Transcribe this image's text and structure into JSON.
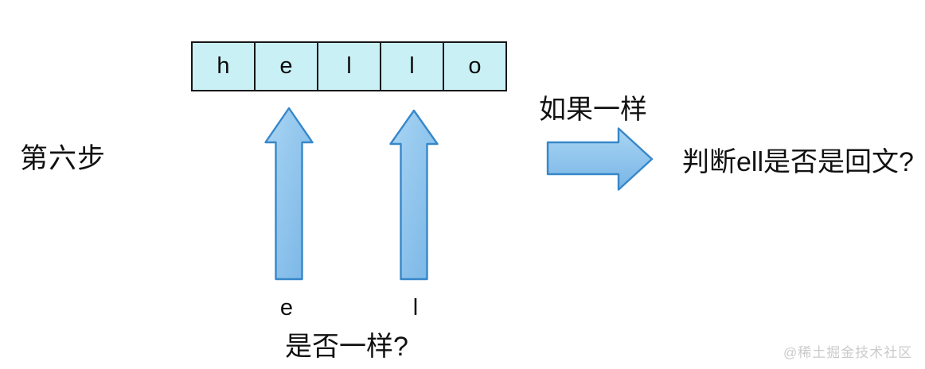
{
  "diagram": {
    "step_label": "第六步",
    "string_cells": {
      "letters": [
        "h",
        "e",
        "l",
        "l",
        "o"
      ]
    },
    "pointers": {
      "left_label": "e",
      "right_label": "l"
    },
    "question_label": "是否一样?",
    "condition_label": "如果一样",
    "result_label": "判断ell是否是回文?",
    "watermark": "@稀土掘金技术社区",
    "icons": {
      "up_arrow_left": "up-arrow-icon",
      "up_arrow_right": "up-arrow-icon",
      "right_arrow": "right-arrow-icon"
    },
    "colors": {
      "cell_fill": "#c9f0f5",
      "cell_border": "#161616",
      "arrow_fill_light": "#a9d5f3",
      "arrow_fill_dark": "#78b5e6",
      "arrow_border": "#3787c9",
      "text_color": "#111111",
      "watermark_color": "#cbcbcb",
      "background": "#ffffff"
    }
  }
}
